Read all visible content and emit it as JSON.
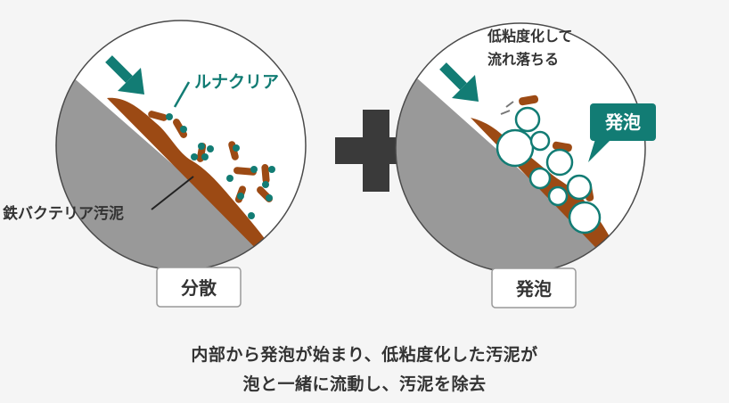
{
  "left_panel": {
    "agent_label": "ルナクリア",
    "soil_label": "鉄バクテリア汚泥",
    "stage_label": "分散"
  },
  "right_panel": {
    "action_label_line1": "低粘度化して",
    "action_label_line2": "流れ落ちる",
    "bubble_label": "発泡",
    "stage_label": "発泡"
  },
  "caption": {
    "line1": "内部から発泡が始まり、低粘度化した汚泥が",
    "line2": "泡と一緒に流動し、汚泥を除去"
  },
  "colors": {
    "teal": "#127c74",
    "sludge": "#9c4a14",
    "slope": "#999999",
    "plus": "#3a3a3a",
    "text": "#333333"
  }
}
